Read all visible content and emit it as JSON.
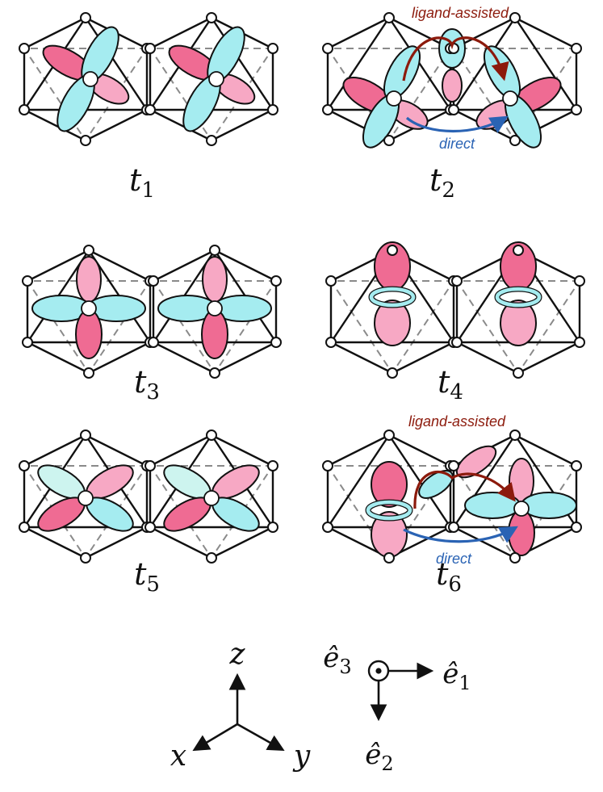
{
  "colors": {
    "pink": "#ef6b93",
    "pink_light": "#f7a8c4",
    "cyan": "#a5ecf0",
    "cyan_light": "#cdf4ef",
    "ligand_arrow": "#8c1a0c",
    "direct_arrow": "#2a63b4",
    "line": "#111111",
    "dash": "#8a8a8a"
  },
  "panels": [
    {
      "name": "t",
      "sub": "1"
    },
    {
      "name": "t",
      "sub": "2"
    },
    {
      "name": "t",
      "sub": "3"
    },
    {
      "name": "t",
      "sub": "4"
    },
    {
      "name": "t",
      "sub": "5"
    },
    {
      "name": "t",
      "sub": "6"
    }
  ],
  "annotations": {
    "ligand_assisted": "ligand-assisted",
    "direct": "direct"
  },
  "axes_cartesian": {
    "z": "z",
    "x": "x",
    "y": "y"
  },
  "axes_local": {
    "e1": "ê",
    "e1_sub": "1",
    "e2": "ê",
    "e2_sub": "2",
    "e3": "ê",
    "e3_sub": "3"
  }
}
